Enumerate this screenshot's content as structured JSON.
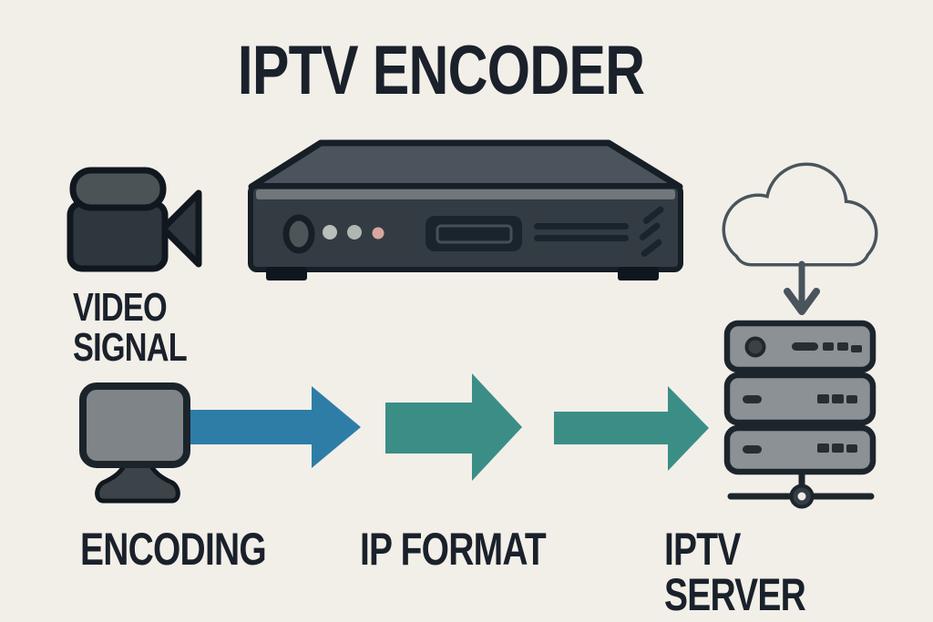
{
  "title": "IPTV ENCODER",
  "labels": {
    "video_signal": "VIDEO\nSIGNAL",
    "encoding": "ENCODING",
    "ip_format": "IP FORMAT",
    "iptv_server": "IPTV SERVER"
  },
  "icons": {
    "video_camera": "video-camera-icon",
    "encoder_device": "encoder-device-icon",
    "monitor": "monitor-icon",
    "cloud": "cloud-icon",
    "down_arrow": "down-arrow-icon",
    "server_stack": "server-stack-icon",
    "network_node": "network-node-icon",
    "flow_arrows": [
      "flow-arrow-1-icon",
      "flow-arrow-2-icon",
      "flow-arrow-3-icon"
    ]
  },
  "colors": {
    "background": "#f2efe9",
    "text": "#1a212b",
    "arrow_blue": "#2e7da7",
    "arrow_teal": "#3b8e86",
    "device_dark": "#333c43",
    "device_top": "#4b545c",
    "device_gray": "#8b9195",
    "outline": "#161e26",
    "cloud_stroke": "#4a545c",
    "led_gray": "#b9bfba",
    "led_pink": "#d8a79e"
  }
}
